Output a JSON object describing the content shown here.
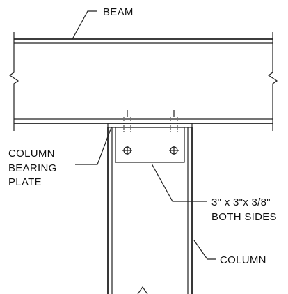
{
  "labels": {
    "beam": "BEAM",
    "column_bearing_plate": [
      "COLUMN",
      "BEARING",
      "PLATE"
    ],
    "angle": [
      "3\" x 3\"x 3/8\"",
      "BOTH SIDES"
    ],
    "column": "COLUMN"
  },
  "colors": {
    "line": "#222222",
    "background": "#ffffff"
  }
}
